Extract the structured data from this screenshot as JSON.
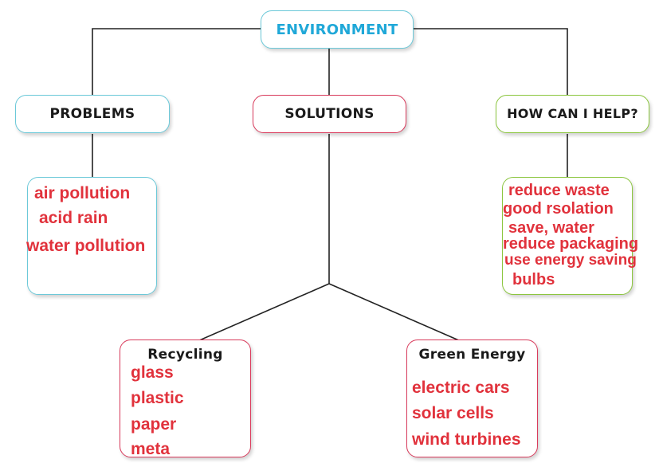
{
  "diagram": {
    "root": {
      "label": "ENVIRONMENT",
      "color": "#20a8d8"
    },
    "problems": {
      "label": "PROBLEMS",
      "border": "#6cc9d9",
      "items": [
        "air pollution",
        "acid rain",
        "water pollution"
      ]
    },
    "solutions": {
      "label": "SOLUTIONS",
      "border": "#d93b5c",
      "recycling": {
        "label": "Recycling",
        "items": [
          "glass",
          "plastic",
          "paper",
          "meta"
        ]
      },
      "green_energy": {
        "label": "Green Energy",
        "items": [
          "electric cars",
          "solar cells",
          "wind turbines"
        ]
      }
    },
    "help": {
      "label": "HOW CAN I HELP?",
      "border": "#8cc63f",
      "items": [
        "reduce waste",
        "good rsolation",
        "save, water",
        "reduce packaging",
        "use energy saving",
        "bulbs"
      ]
    },
    "text_color": "#e1323c"
  }
}
